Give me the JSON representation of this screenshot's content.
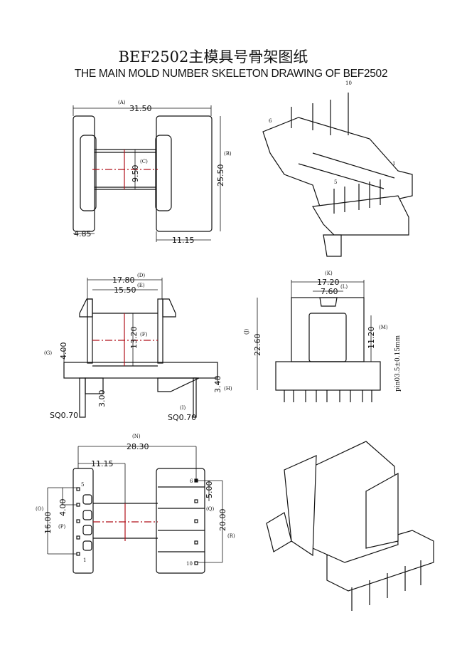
{
  "title": "BEF2502主模具号骨架图纸",
  "subtitle": "THE MAIN MOLD NUMBER SKELETON DRAWING OF BEF2502",
  "top_view": {
    "A_label": "(A)",
    "A": "31.50",
    "B_label": "(B)",
    "B": "25.50",
    "C_label": "(C)",
    "C": "9.50",
    "w1": "4.85",
    "w2": "11.15"
  },
  "iso_top": {
    "pin6": "6",
    "pin10": "10",
    "pin5": "5",
    "pin1": "1"
  },
  "side_view": {
    "D_label": "(D)",
    "D": "17.80",
    "E_label": "(E)",
    "E": "15.50",
    "F_label": "(F)",
    "F": "13.20",
    "G_label": "(G)",
    "G": "4.00",
    "h1": "3.00",
    "H_label": "(H)",
    "H": "3.40",
    "I_label": "(I)",
    "sq_left": "SQ0.70",
    "sq_right": "SQ0.70"
  },
  "front_view": {
    "K_label": "(K)",
    "K": "17.20",
    "L_label": "(L)",
    "L": "7.60",
    "J_label": "(J)",
    "J": "22.60",
    "M_label": "(M)",
    "M": "11.20",
    "pin_note": "pin03.5±0.15mm"
  },
  "bottom_view": {
    "N_label": "(N)",
    "N": "28.30",
    "w": "11.15",
    "O_label": "(O)",
    "O": "16.00",
    "P_label": "(P)",
    "P": "4.00",
    "Q_label": "(Q)",
    "Q": "5.00",
    "R_label": "(R)",
    "R": "20.00",
    "pin5": "5",
    "pin1": "1",
    "pin6": "6",
    "pin10": "10"
  }
}
